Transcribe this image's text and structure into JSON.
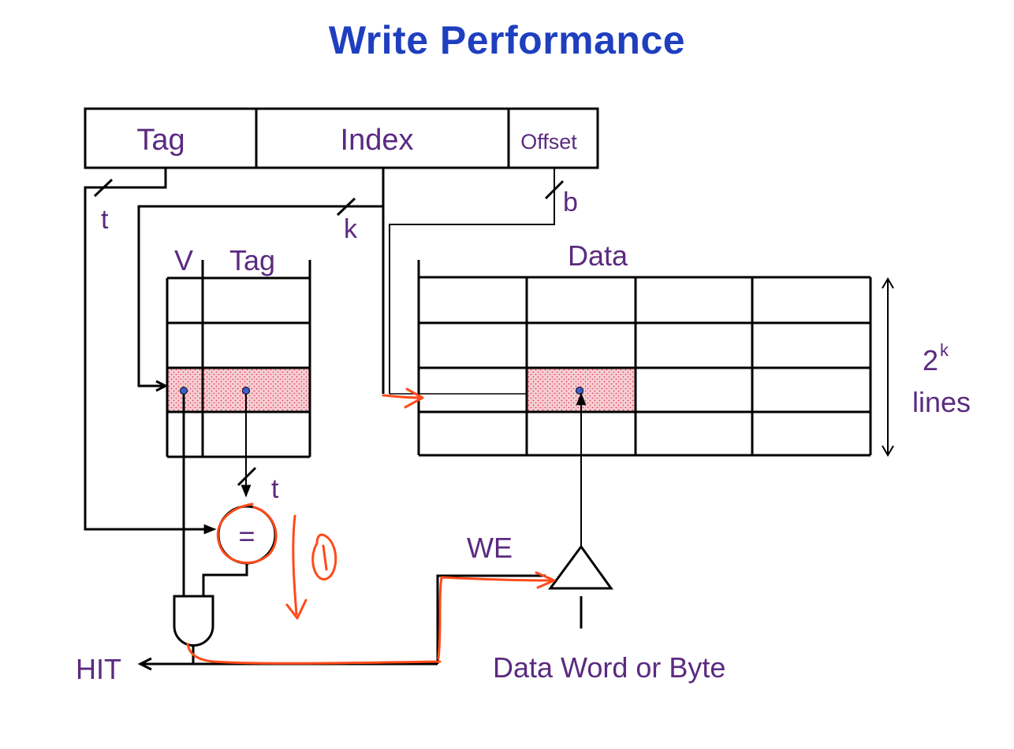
{
  "title": "Write Performance",
  "colors": {
    "title": "#1f3fbf",
    "label": "#5b2a80",
    "line": "#000000",
    "annotation": "#ff4a1a",
    "highlight_fill": "#f4c3c8",
    "highlight_dots": "#e0405a",
    "dot": "#3a5fcd"
  },
  "address_fields": {
    "tag": "Tag",
    "index": "Index",
    "offset": "Offset"
  },
  "bus_widths": {
    "tag_bits": "t",
    "index_bits": "k",
    "offset_bits": "b",
    "tag_compare_bits": "t"
  },
  "tag_array": {
    "valid_header": "V",
    "tag_header": "Tag"
  },
  "data_array": {
    "header": "Data",
    "size_base": "2",
    "size_exp": "k",
    "size_unit": "lines"
  },
  "comparator_symbol": "=",
  "write_enable": "WE",
  "hit_output": "HIT",
  "data_input": "Data Word or Byte",
  "handwritten_note": "1"
}
